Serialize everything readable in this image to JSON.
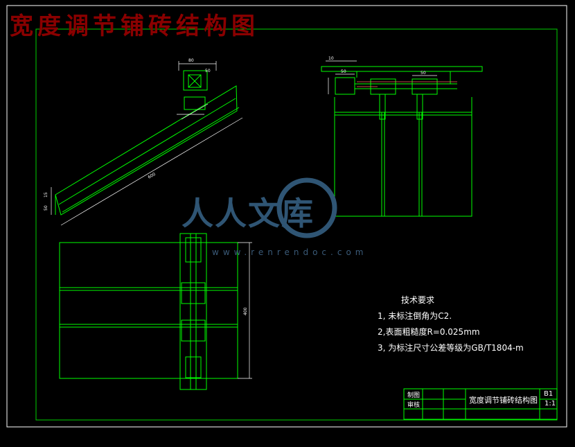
{
  "drawing": {
    "title_banner": "宽度调节铺砖结构图",
    "colors": {
      "frame": "#00d000",
      "part": "#00ff00",
      "dim": "#ffffff",
      "accent": "#ff6060",
      "title": "#8a0000"
    }
  },
  "notes": {
    "heading": "技术要求",
    "items": [
      "1, 未标注倒角为C2.",
      "2,表面粗糙度R=0.025mm",
      "3, 为标注尺寸公差等级为GB/T1804-m"
    ]
  },
  "dimensions": {
    "side_length": "600",
    "side_h1": "15",
    "side_h2": "50",
    "plan_height": "400",
    "top_a": "80",
    "top_b": "50",
    "right_a": "10",
    "right_b": "50",
    "right_c": "50"
  },
  "title_block": {
    "drawn_label": "制图",
    "check_label": "审核",
    "name": "宽度调节铺砖结构图",
    "sheet": "B1",
    "scale": "1:1"
  },
  "watermark": {
    "text": "人人文库",
    "url": "www.renrendoc.com"
  }
}
